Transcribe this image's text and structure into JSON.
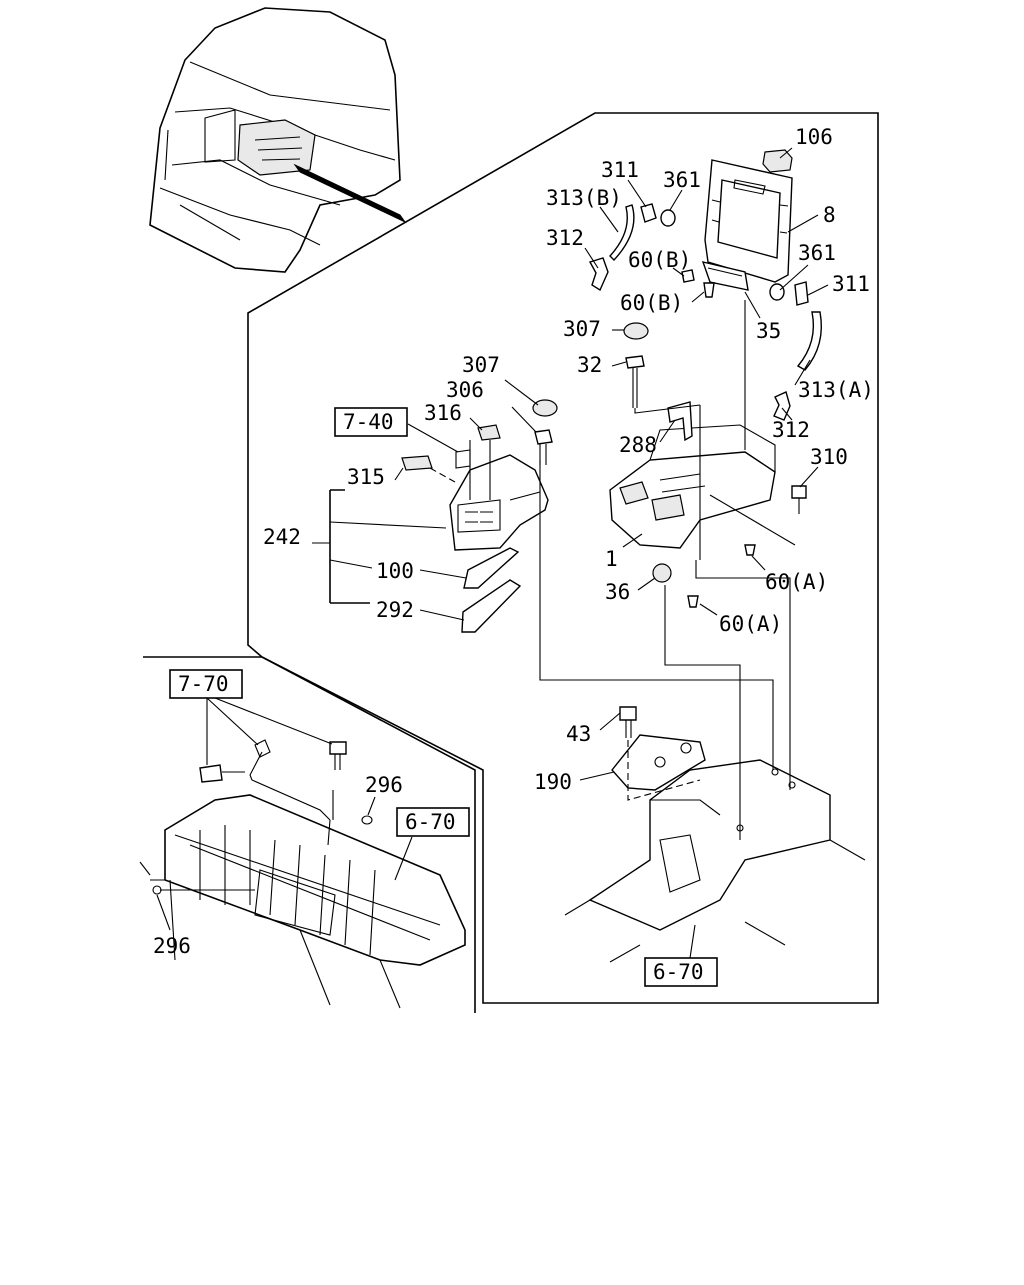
{
  "callouts": {
    "c106": "106",
    "c311_top": "311",
    "c361_top": "361",
    "c8": "8",
    "c313b": "313(B)",
    "c312_top": "312",
    "c60b_1": "60(B)",
    "c361_right": "361",
    "c311_right": "311",
    "c60b_2": "60(B)",
    "c307_top": "307",
    "c35": "35",
    "c32": "32",
    "c313a": "313(A)",
    "c307_mid": "307",
    "c306": "306",
    "c316": "316",
    "c312_right": "312",
    "c288": "288",
    "c310": "310",
    "c315": "315",
    "c242": "242",
    "c1": "1",
    "c100": "100",
    "c36": "36",
    "c60a_1": "60(A)",
    "c292": "292",
    "c60a_2": "60(A)",
    "c43": "43",
    "c190": "190",
    "c296_top": "296",
    "c296_bottom": "296"
  },
  "references": {
    "ref_7_40": "7-40",
    "ref_7_70": "7-70",
    "ref_6_70_left": "6-70",
    "ref_6_70_bottom": "6-70"
  }
}
